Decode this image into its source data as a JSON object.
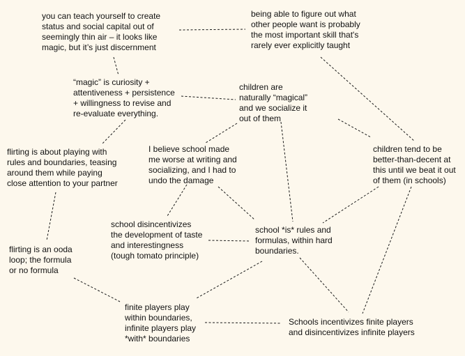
{
  "nodes": [
    {
      "id": "magic-discernment",
      "text": "you can teach yourself to create\nstatus and social capital out of\nseemingly thin air – it looks like\nmagic, but it’s just discernment"
    },
    {
      "id": "figure-out-wants",
      "text": "being able to figure out what\nother people want is probably\nthe most important skill that's\nrarely ever explicitly taught"
    },
    {
      "id": "magic-definition",
      "text": "“magic” is curiosity +\nattentiveness +  persistence\n+ willingness to revise and\nre-evaluate everything."
    },
    {
      "id": "children-magical",
      "text": "children are\nnaturally “magical”\nand we socialize it\nout of them"
    },
    {
      "id": "flirting-playing",
      "text": "flirting is about playing with\nrules and boundaries, teasing\naround them while paying\nclose attention to your partner"
    },
    {
      "id": "school-worse",
      "text": "I believe school made\nme worse at writing and\nsocializing, and I had to\nundo the damage"
    },
    {
      "id": "children-better",
      "text": "children tend to be\nbetter-than-decent at\nthis until we beat it out\nof them (in schools)"
    },
    {
      "id": "school-disincentivizes-taste",
      "text": "school disincentivizes\nthe development of taste\nand interestingness\n(tough tomato principle)"
    },
    {
      "id": "school-rules",
      "text": "school *is* rules and\nformulas, within hard\nboundaries."
    },
    {
      "id": "flirting-ooda",
      "text": "flirting is an ooda\nloop; the formula\nor no formula"
    },
    {
      "id": "finite-infinite",
      "text": "finite players play\nwithin boundaries,\ninfinite players play\n*with* boundaries"
    },
    {
      "id": "schools-incentivize",
      "text": "Schools incentivizes finite players\nand disincentivizes infinite players"
    }
  ],
  "edges": [
    {
      "from": "magic-discernment",
      "to": "figure-out-wants"
    },
    {
      "from": "magic-discernment",
      "to": "magic-definition"
    },
    {
      "from": "magic-definition",
      "to": "children-magical"
    },
    {
      "from": "magic-definition",
      "to": "flirting-playing"
    },
    {
      "from": "figure-out-wants",
      "to": "children-better"
    },
    {
      "from": "children-magical",
      "to": "children-better"
    },
    {
      "from": "children-magical",
      "to": "school-worse"
    },
    {
      "from": "children-magical",
      "to": "school-rules"
    },
    {
      "from": "school-worse",
      "to": "school-disincentivizes-taste"
    },
    {
      "from": "school-worse",
      "to": "school-rules"
    },
    {
      "from": "children-better",
      "to": "school-rules"
    },
    {
      "from": "children-better",
      "to": "schools-incentivize"
    },
    {
      "from": "school-disincentivizes-taste",
      "to": "school-rules"
    },
    {
      "from": "flirting-playing",
      "to": "flirting-ooda"
    },
    {
      "from": "flirting-ooda",
      "to": "finite-infinite"
    },
    {
      "from": "school-rules",
      "to": "finite-infinite"
    },
    {
      "from": "school-rules",
      "to": "schools-incentivize"
    },
    {
      "from": "finite-infinite",
      "to": "schools-incentivize"
    }
  ]
}
